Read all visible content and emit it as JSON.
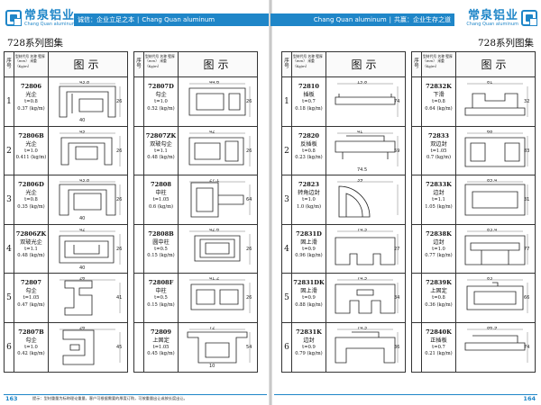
{
  "header": {
    "left_logo_cn": "常泉铝业",
    "left_logo_en": "Chang Quan aluminum",
    "left_slogan_cn": "诚信：企业立足之本",
    "left_slogan_en": "Chang Quan aluminum",
    "right_slogan_en": "Chang Quan aluminum",
    "right_slogan_cn": "共赢：企业生存之道",
    "right_logo_cn": "常泉铝业",
    "right_logo_en": "Chang Quan aluminum",
    "separator": "|"
  },
  "left_page": {
    "title": "728系列图集",
    "page_number": "163",
    "footnote": "提示：型材重量为标称理论重量，客户可根据需要的厚度订购，可按重量出让或按长度出让。"
  },
  "right_page": {
    "title": "728系列图集",
    "page_number": "164"
  },
  "table_header": {
    "no_label": "序号",
    "meta_lines": "型材代号 名称 壁厚（mm） 米重（Kg/m）",
    "picture_label": "图示"
  },
  "columns": [
    {
      "rows": [
        {
          "no": "1",
          "code": "72806",
          "name": "光企",
          "t": "t=0.8",
          "w": "0.37 (kg/m)",
          "dims": [
            "43.8",
            "26",
            "40"
          ]
        },
        {
          "no": "2",
          "code": "72806B",
          "name": "光企",
          "t": "t=1.0",
          "w": "0.411 (kg/m)",
          "dims": [
            "45",
            "26"
          ]
        },
        {
          "no": "3",
          "code": "72806D",
          "name": "光企",
          "t": "t=0.8",
          "w": "0.35 (kg/m)",
          "dims": [
            "43.8",
            "26",
            "40"
          ]
        },
        {
          "no": "4",
          "code": "72806ZK",
          "name": "双玻光企",
          "t": "t=1.1",
          "w": "0.48 (kg/m)",
          "dims": [
            "42",
            "26.9",
            "40"
          ]
        },
        {
          "no": "5",
          "code": "72807",
          "name": "勾企",
          "t": "t=1.05",
          "w": "0.47 (kg/m)",
          "dims": [
            "26",
            "41.6"
          ]
        },
        {
          "no": "6",
          "code": "72807B",
          "name": "勾企",
          "t": "t=1.0",
          "w": "0.42 (kg/m)",
          "dims": [
            "26",
            "45"
          ]
        }
      ]
    },
    {
      "rows": [
        {
          "code": "72807D",
          "name": "勾企",
          "t": "t=1.0",
          "w": "0.52 (kg/m)",
          "dims": [
            "44.6",
            "26"
          ]
        },
        {
          "code": "72807ZK",
          "name": "双玻勾企",
          "t": "t=1.1",
          "w": "0.48 (kg/m)",
          "dims": [
            "42",
            "26.8"
          ]
        },
        {
          "code": "72808",
          "name": "中柱",
          "t": "t=1.05",
          "w": "0.6 (kg/m)",
          "dims": [
            "27.1",
            "64"
          ]
        },
        {
          "code": "72808B",
          "name": "圆中柱",
          "t": "t=0.5",
          "w": "0.15 (kg/m)",
          "dims": [
            "42.6",
            "26"
          ]
        },
        {
          "code": "72808F",
          "name": "中柱",
          "t": "t=0.5",
          "w": "0.15 (kg/m)",
          "dims": [
            "41.2",
            "26"
          ]
        },
        {
          "code": "72809",
          "name": "上固定",
          "t": "t=1.05",
          "w": "0.45 (kg/m)",
          "dims": [
            "72",
            "54",
            "10"
          ]
        }
      ]
    },
    {
      "rows": [
        {
          "no": "1",
          "code": "72810",
          "name": "插板",
          "t": "t=0.7",
          "w": "0.18 (kg/m)",
          "dims": [
            "15.8",
            "74.5"
          ]
        },
        {
          "no": "2",
          "code": "72820",
          "name": "反插板",
          "t": "t=0.8",
          "w": "0.23 (kg/m)",
          "dims": [
            "41",
            "59.8",
            "74.5"
          ]
        },
        {
          "no": "3",
          "code": "72823",
          "name": "转角边封",
          "t": "t=1.0",
          "w": "1.0 (kg/m)",
          "dims": [
            "39"
          ]
        },
        {
          "no": "4",
          "code": "72831D",
          "name": "固上滑",
          "t": "t=0.9",
          "w": "0.96 (kg/m)",
          "dims": [
            "74.5",
            "27"
          ]
        },
        {
          "no": "5",
          "code": "72831DK",
          "name": "固上滑",
          "t": "t=0.9",
          "w": "0.88 (kg/m)",
          "dims": [
            "74.5",
            "34"
          ]
        },
        {
          "no": "6",
          "code": "72831K",
          "name": "边封",
          "t": "t=0.9",
          "w": "0.79 (kg/m)",
          "dims": [
            "74.5",
            "36"
          ]
        }
      ]
    },
    {
      "rows": [
        {
          "code": "72832K",
          "name": "下滑",
          "t": "t=0.8",
          "w": "0.64 (kg/m)",
          "dims": [
            "81",
            "32.1"
          ]
        },
        {
          "code": "72833",
          "name": "双边封",
          "t": "t=1.05",
          "w": "0.7 (kg/m)",
          "dims": [
            "68",
            "83"
          ]
        },
        {
          "code": "72833K",
          "name": "边封",
          "t": "t=1.1",
          "w": "1.05 (kg/m)",
          "dims": [
            "85.4",
            "31.6"
          ]
        },
        {
          "code": "72838K",
          "name": "边封",
          "t": "t=1.0",
          "w": "0.77 (kg/m)",
          "dims": [
            "83.4",
            "77"
          ]
        },
        {
          "code": "72839K",
          "name": "上固定",
          "t": "t=0.8",
          "w": "0.36 (kg/m)",
          "dims": [
            "83",
            "66"
          ]
        },
        {
          "code": "72840K",
          "name": "正插板",
          "t": "t=0.7",
          "w": "0.21 (kg/m)",
          "dims": [
            "86.9",
            "74.5"
          ]
        }
      ]
    }
  ]
}
